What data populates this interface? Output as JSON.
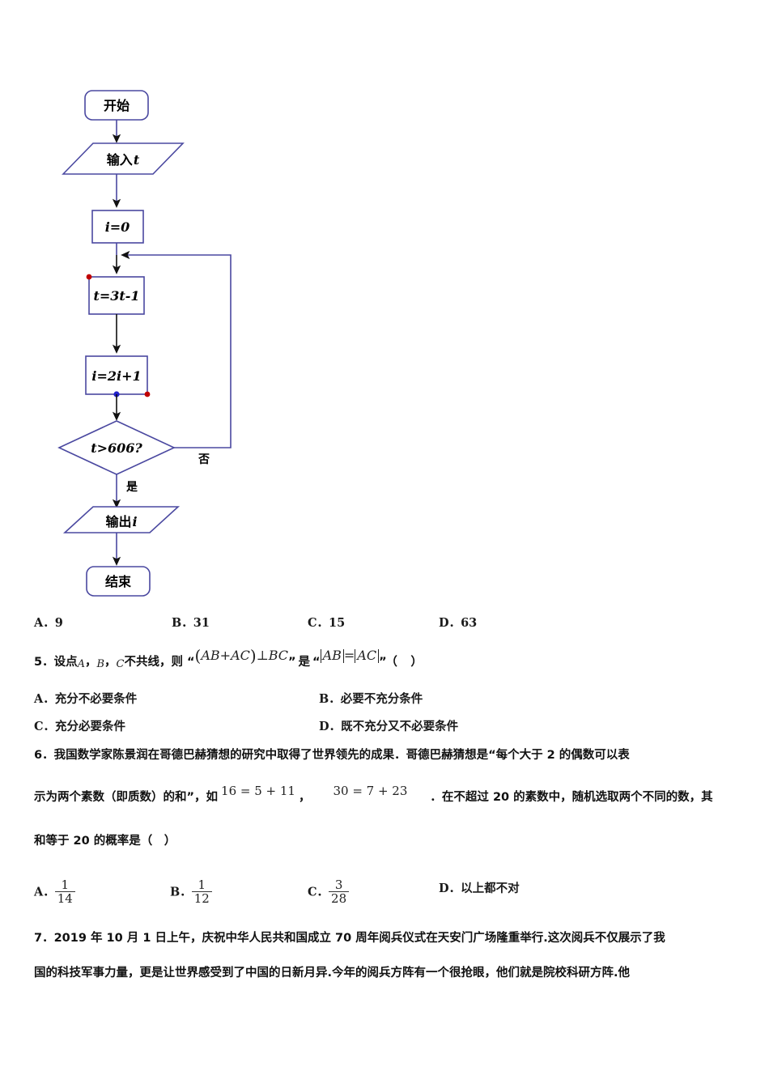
{
  "flowchart": {
    "title": "program-flowchart",
    "stroke_color": "#4a48a0",
    "arrow_color": "#111111",
    "dot_red": "#c00000",
    "dot_blue": "#2222cc",
    "nodes": {
      "start": "开始",
      "input": "输入",
      "input_var": "t",
      "init": "i=0",
      "step_t": "t=3t-1",
      "step_i": "i=2i+1",
      "condition": "t>606?",
      "output": "输出",
      "output_var": "i",
      "end": "结束"
    },
    "branches": {
      "no": "否",
      "yes": "是"
    }
  },
  "q4_options": [
    {
      "tag": "A．",
      "text": "9"
    },
    {
      "tag": "B．",
      "text": "31"
    },
    {
      "tag": "C．",
      "text": "15"
    },
    {
      "tag": "D．",
      "text": "63"
    }
  ],
  "q5": {
    "number": "5．",
    "text_a": "设点",
    "var1": "A",
    "comma1": "，",
    "var2": "B",
    "comma2": "，",
    "var3": "C",
    "text_b": "不共线，则",
    "quote_open": "“",
    "expr1_lparen": "(",
    "expr1_ab": "AB",
    "expr1_plus": "+",
    "expr1_ac": "AC",
    "expr1_rparen": ")",
    "expr1_perp": "⊥",
    "expr1_bc": "BC",
    "quote_close": "”",
    "text_c": "是",
    "expr2_ab": "AB",
    "expr2_eq": "=",
    "expr2_ac": "AC",
    "blank": "（　）",
    "options": [
      {
        "tag": "A．",
        "text": "充分不必要条件"
      },
      {
        "tag": "B．",
        "text": "必要不充分条件"
      },
      {
        "tag": "C．",
        "text": "充分必要条件"
      },
      {
        "tag": "D．",
        "text": "既不充分又不必要条件"
      }
    ]
  },
  "q6": {
    "number": "6．",
    "line1": "我国数学家陈景润在哥德巴赫猜想的研究中取得了世界领先的成果．哥德巴赫猜想是“每个大于 2 的偶数可以表",
    "line2_a": "示为两个素数（即质数）的和”，如",
    "eq1": "16 = 5 + 11",
    "line2_comma": "，",
    "eq2": "30 = 7 + 23",
    "line2_b": "．在不超过 20 的素数中，随机选取两个不同的数，其",
    "line3": "和等于 20 的概率是（　）",
    "options": [
      {
        "tag": "A．",
        "num": "1",
        "den": "14"
      },
      {
        "tag": "B．",
        "num": "1",
        "den": "12"
      },
      {
        "tag": "C．",
        "num": "3",
        "den": "28"
      },
      {
        "tag": "D．",
        "text": "以上都不对"
      }
    ]
  },
  "q7": {
    "number": "7．",
    "line1": "2019 年 10 月 1 日上午，庆祝中华人民共和国成立 70 周年阅兵仪式在天安门广场隆重举行.这次阅兵不仅展示了我",
    "line2": "国的科技军事力量，更是让世界感受到了中国的日新月异.今年的阅兵方阵有一个很抢眼，他们就是院校科研方阵.他"
  }
}
